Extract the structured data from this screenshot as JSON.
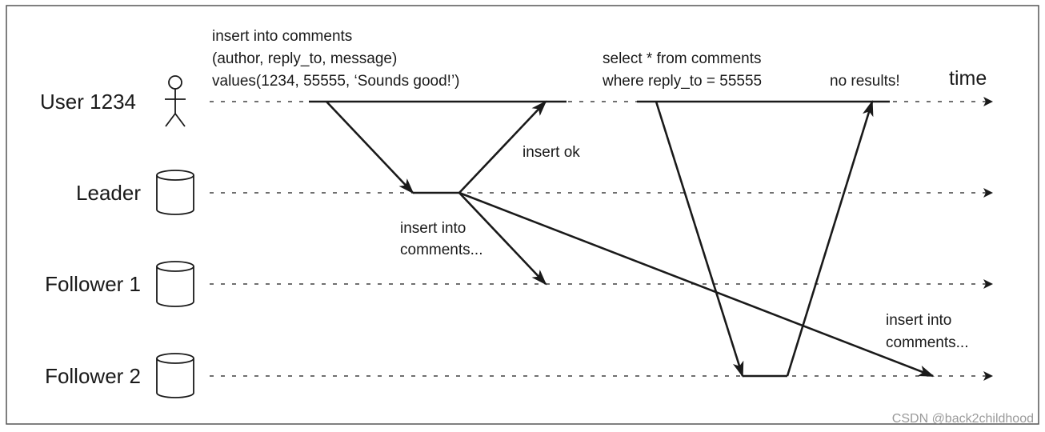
{
  "lanes": {
    "user": "User 1234",
    "leader": "Leader",
    "follower1": "Follower 1",
    "follower2": "Follower 2"
  },
  "time_label": "time",
  "insert_request": [
    "insert into comments",
    "(author, reply_to, message)",
    "values(1234, 55555, ‘Sounds good!’)"
  ],
  "insert_ok": "insert ok",
  "replication_f1": [
    "insert into",
    "comments..."
  ],
  "replication_f2": [
    "insert into",
    "comments..."
  ],
  "select_request": [
    "select * from comments",
    "where reply_to = 55555"
  ],
  "no_results": "no results!",
  "watermark": "CSDN @back2childhood",
  "icons": {
    "user": "stick-figure-icon",
    "database": "database-cylinder-icon"
  },
  "colors": {
    "ink": "#1a1a1a",
    "border": "#555555",
    "watermark": "#9a9a9a"
  }
}
